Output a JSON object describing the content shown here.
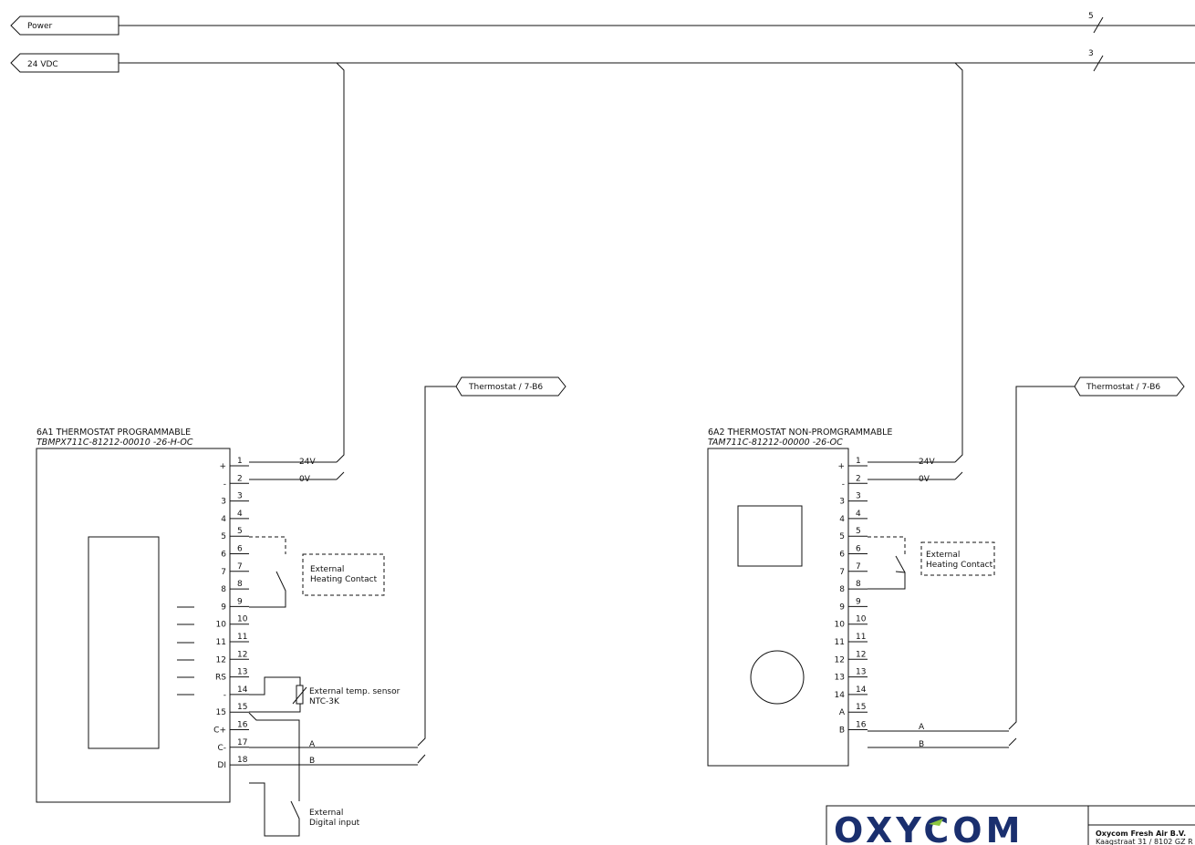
{
  "tags": {
    "power": "Power",
    "vdc": "24 VDC",
    "power_count": "5",
    "vdc_count": "3",
    "thermostat_ref_1": "Thermostat / 7-B6",
    "thermostat_ref_2": "Thermostat / 7-B6"
  },
  "unit1": {
    "title": "6A1 THERMOSTAT PROGRAMMABLE",
    "model": "TBMPX711C-81212-00010 -26-H-OC",
    "pins": [
      {
        "label": "+",
        "num": "1"
      },
      {
        "label": "-",
        "num": "2"
      },
      {
        "label": "3",
        "num": "3"
      },
      {
        "label": "4",
        "num": "4"
      },
      {
        "label": "5",
        "num": "5"
      },
      {
        "label": "6",
        "num": "6"
      },
      {
        "label": "7",
        "num": "7"
      },
      {
        "label": "8",
        "num": "8"
      },
      {
        "label": "9",
        "num": "9"
      },
      {
        "label": "10",
        "num": "10"
      },
      {
        "label": "11",
        "num": "11"
      },
      {
        "label": "12",
        "num": "12"
      },
      {
        "label": "RS",
        "num": "13"
      },
      {
        "label": "-",
        "num": "14"
      },
      {
        "label": "15",
        "num": "15"
      },
      {
        "label": "C+",
        "num": "16"
      },
      {
        "label": "C-",
        "num": "17"
      },
      {
        "label": "DI",
        "num": "18"
      }
    ],
    "v24": "24V",
    "v0": "0V",
    "wire_a": "A",
    "wire_b": "B",
    "heating_1": "External",
    "heating_2": "Heating Contact",
    "sensor_1": "External temp. sensor",
    "sensor_2": "NTC-3K",
    "digital_1": "External",
    "digital_2": "Digital input"
  },
  "unit2": {
    "title": "6A2 THERMOSTAT NON-PROMGRAMMABLE",
    "model": "TAM711C-81212-00000 -26-OC",
    "pins": [
      {
        "label": "+",
        "num": "1"
      },
      {
        "label": "-",
        "num": "2"
      },
      {
        "label": "3",
        "num": "3"
      },
      {
        "label": "4",
        "num": "4"
      },
      {
        "label": "5",
        "num": "5"
      },
      {
        "label": "6",
        "num": "6"
      },
      {
        "label": "7",
        "num": "7"
      },
      {
        "label": "8",
        "num": "8"
      },
      {
        "label": "9",
        "num": "9"
      },
      {
        "label": "10",
        "num": "10"
      },
      {
        "label": "11",
        "num": "11"
      },
      {
        "label": "12",
        "num": "12"
      },
      {
        "label": "13",
        "num": "13"
      },
      {
        "label": "14",
        "num": "14"
      },
      {
        "label": "A",
        "num": "15"
      },
      {
        "label": "B",
        "num": "16"
      }
    ],
    "v24": "24V",
    "v0": "0V",
    "wire_a": "A",
    "wire_b": "B",
    "heating_1": "External",
    "heating_2": "Heating Contact"
  },
  "footer": {
    "logo": "OXYCOM",
    "company": "Oxycom Fresh Air B.V.",
    "address": "Kaagstraat 31 / 8102 GZ R"
  }
}
